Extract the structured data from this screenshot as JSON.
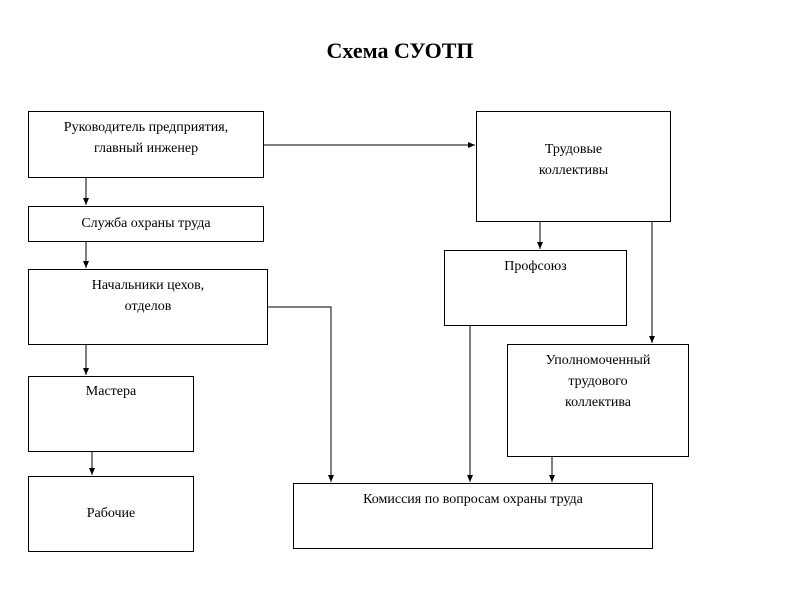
{
  "title": "Схема СУОТП",
  "boxes": {
    "director": "Руководитель предприятия,\nглавный инженер",
    "labor_collectives": "Трудовые\nколлективы",
    "safety_service": "Служба охраны труда",
    "trade_union": "Профсоюз",
    "department_heads": "Начальники цехов,\nотделов",
    "collective_representative": "Уполномоченный\nтрудового\nколлектива",
    "foremen": "Мастера",
    "workers": "Рабочие",
    "safety_commission": "Комиссия по вопросам охраны труда"
  }
}
